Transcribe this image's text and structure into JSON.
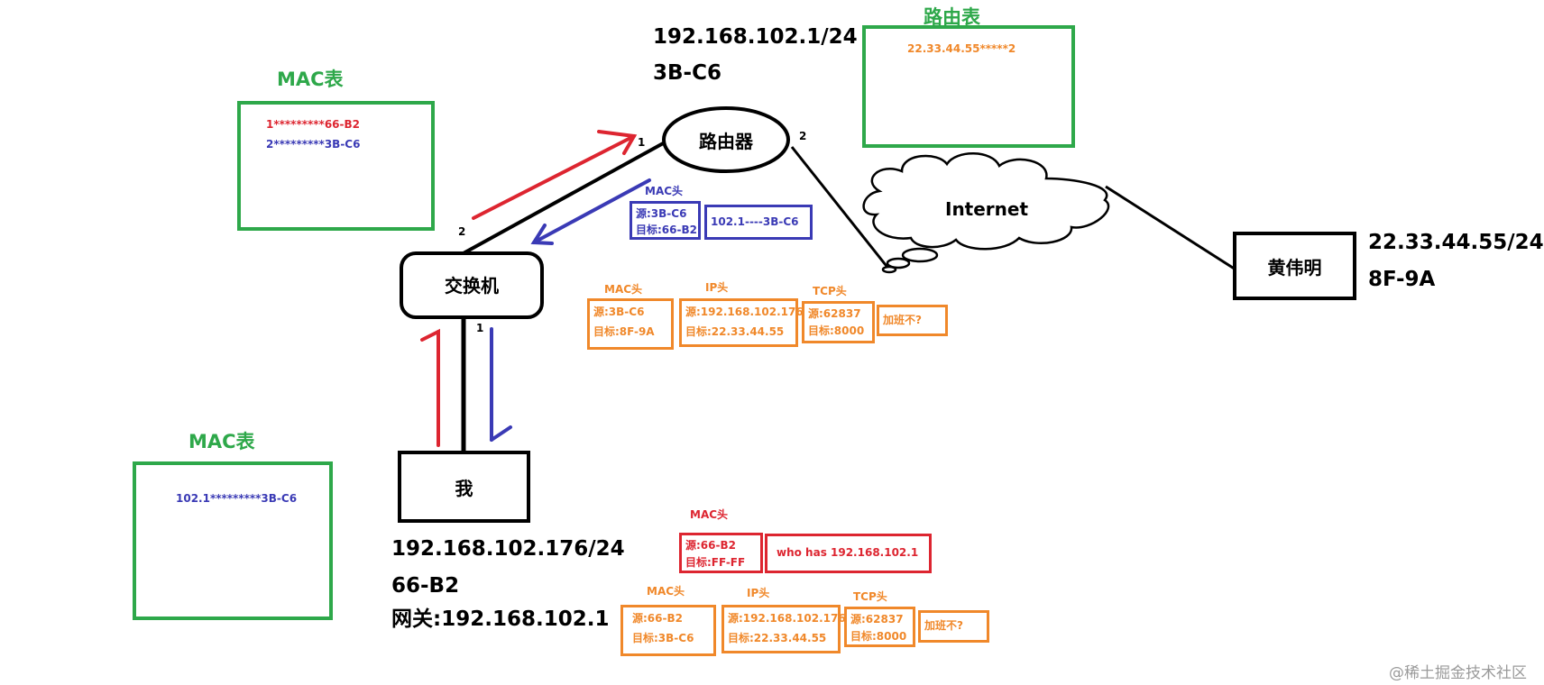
{
  "colors": {
    "green": "#2ea84a",
    "red": "#dd2530",
    "blue": "#3a3ab5",
    "orange": "#f0882a",
    "black": "#000000"
  },
  "router": {
    "label": "路由器",
    "ip": "192.168.102.1/24",
    "mac": "3B-C6",
    "port_left": "1",
    "port_right": "2"
  },
  "switch": {
    "label": "交换机",
    "port_top": "2",
    "port_bottom": "1"
  },
  "me": {
    "label": "我",
    "ip": "192.168.102.176/24",
    "mac": "66-B2",
    "gateway": "网关:192.168.102.1"
  },
  "internet": {
    "label": "Internet"
  },
  "remote": {
    "label": "黄伟明",
    "ip": "22.33.44.55/24",
    "mac": "8F-9A"
  },
  "switch_mac_table": {
    "title": "MAC表",
    "entries": [
      "1*********66-B2",
      "2*********3B-C6"
    ]
  },
  "host_mac_table": {
    "title": "MAC表",
    "entries": [
      "102.1*********3B-C6"
    ]
  },
  "routing_table": {
    "title": "路由表",
    "entries": [
      "22.33.44.55*****2"
    ]
  },
  "arp_reply": {
    "mac_header_label": "MAC头",
    "src": "源:3B-C6",
    "dst": "目标:66-B2",
    "payload": "102.1----3B-C6"
  },
  "forwarded_packet": {
    "mac_header_label": "MAC头",
    "ip_header_label": "IP头",
    "tcp_header_label": "TCP头",
    "mac_src": "源:3B-C6",
    "mac_dst": "目标:8F-9A",
    "ip_src": "源:192.168.102.176",
    "ip_dst": "目标:22.33.44.55",
    "tcp_src": "源:62837",
    "tcp_dst": "目标:8000",
    "data": "加班不?"
  },
  "arp_request": {
    "mac_header_label": "MAC头",
    "src": "源:66-B2",
    "dst": "目标:FF-FF",
    "payload": "who has 192.168.102.1"
  },
  "original_packet": {
    "mac_header_label": "MAC头",
    "ip_header_label": "IP头",
    "tcp_header_label": "TCP头",
    "mac_src": "源:66-B2",
    "mac_dst": "目标:3B-C6",
    "ip_src": "源:192.168.102.176",
    "ip_dst": "目标:22.33.44.55",
    "tcp_src": "源:62837",
    "tcp_dst": "目标:8000",
    "data": "加班不?"
  },
  "watermark": "@稀土掘金技术社区"
}
